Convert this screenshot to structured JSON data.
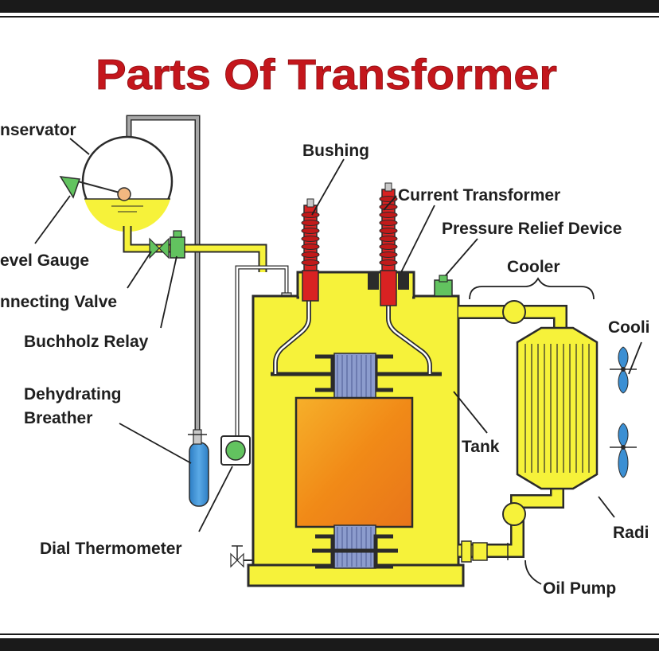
{
  "title": "Parts Of Transformer",
  "labels": {
    "conservator": "nservator",
    "bushing": "Bushing",
    "current_transformer": "Current Transformer",
    "pressure_relief": "Pressure Relief Device",
    "level_gauge": "evel Gauge",
    "cooler": "Cooler",
    "connecting_valve": "nnecting Valve",
    "cooling_fan": "Cooli",
    "buchholz_relay": "Buchholz Relay",
    "dehydrating_breather_1": "Dehydrating",
    "dehydrating_breather_2": "Breather",
    "tank": "Tank",
    "radiator": "Radi",
    "dial_thermometer": "Dial Thermometer",
    "oil_pump": "Oil Pump"
  },
  "colors": {
    "title": "#c4161c",
    "oil_yellow": "#f6f23a",
    "pipe": "#9a9a9a",
    "bushing_red": "#d92222",
    "core_orange": "#f39a1c",
    "coil_blue": "#7f8fc3",
    "breather_blue": "#3b8fd3",
    "valve_green": "#62c35f",
    "outline": "#2b2b2b"
  }
}
